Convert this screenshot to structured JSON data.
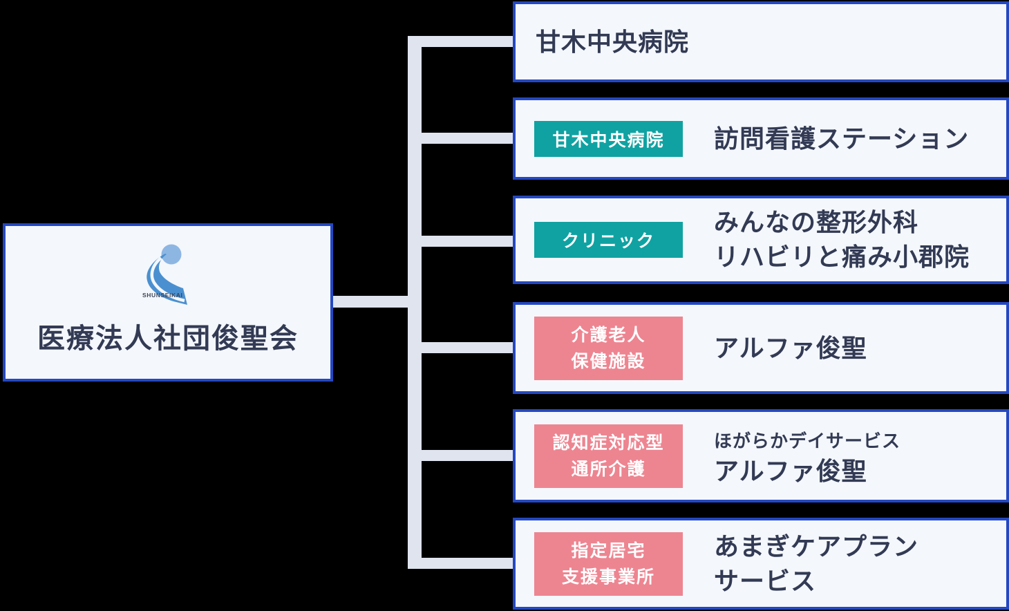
{
  "diagram": {
    "parent": {
      "name": "医療法人社団俊聖会",
      "logo_caption": "SHUNSEIKAI"
    },
    "nodes": [
      {
        "title": "甘木中央病院"
      },
      {
        "badge": "甘木中央病院",
        "title": "訪問看護ステーション"
      },
      {
        "badge": "クリニック",
        "title_line1": "みんなの整形外科",
        "title_line2": "リハビリと痛み小郡院"
      },
      {
        "badge_line1": "介護老人",
        "badge_line2": "保健施設",
        "title": "アルファ俊聖"
      },
      {
        "badge_line1": "認知症対応型",
        "badge_line2": "通所介護",
        "subtitle": "ほがらかデイサービス",
        "title": "アルファ俊聖"
      },
      {
        "badge_line1": "指定居宅",
        "badge_line2": "支援事業所",
        "title_line1": "あまぎケアプラン",
        "title_line2": "サービス"
      }
    ],
    "colors": {
      "box_border": "#2448c2",
      "box_background": "#f4f7fb",
      "connector": "#e0e4ef",
      "badge_teal": "#10a2a2",
      "badge_pink": "#ed8591",
      "text": "#323a54",
      "badge_text": "#ffffff",
      "logo_circle": "#8db6e3",
      "logo_ribbon": "#4a90d0",
      "page_background": "#000000"
    }
  }
}
